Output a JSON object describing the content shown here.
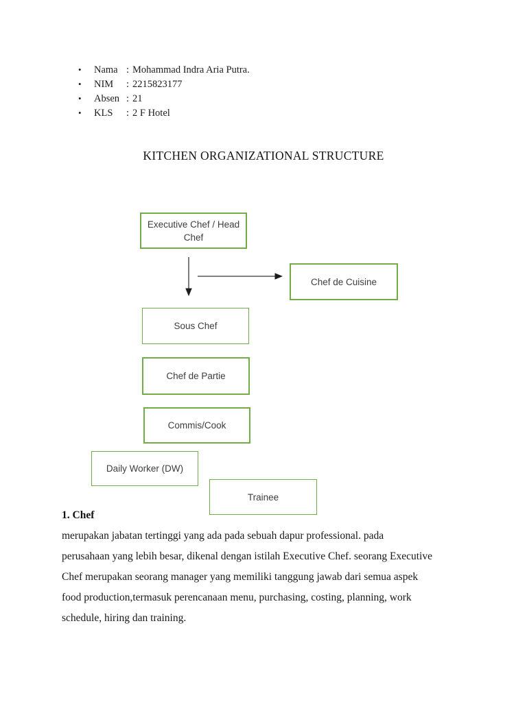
{
  "student_info": {
    "bullet_icon": "•",
    "separator": ":",
    "items": [
      {
        "label": "Nama",
        "value": "Mohammad Indra Aria Putra."
      },
      {
        "label": "NIM",
        "value": "2215823177"
      },
      {
        "label": "Absen",
        "value": "21"
      },
      {
        "label": "KLS",
        "value": "2 F Hotel"
      }
    ]
  },
  "title": "KITCHEN ORGANIZATIONAL STRUCTURE",
  "org_chart": {
    "accent_color": "#70ad47",
    "boxes": [
      {
        "id": "executive-chef",
        "label": "Executive Chef / Head Chef"
      },
      {
        "id": "chef-de-cuisine",
        "label": "Chef de Cuisine"
      },
      {
        "id": "sous-chef",
        "label": "Sous Chef"
      },
      {
        "id": "chef-de-partie",
        "label": "Chef de Partie"
      },
      {
        "id": "commis-cook",
        "label": "Commis/Cook"
      },
      {
        "id": "daily-worker",
        "label": "Daily Worker (DW)"
      },
      {
        "id": "trainee",
        "label": "Trainee"
      }
    ],
    "connections": [
      {
        "from": "executive-chef",
        "to": "sous-chef",
        "type": "arrow-down"
      },
      {
        "from": "executive-chef",
        "to": "chef-de-cuisine",
        "type": "arrow-right"
      }
    ]
  },
  "section_chef": {
    "heading": "1. Chef",
    "body_lines": [
      "merupakan jabatan tertinggi yang ada pada sebuah dapur professional. pada",
      "perusahaan yang lebih besar, dikenal dengan istilah Executive Chef. seorang Executive",
      "Chef merupakan seorang manager yang memiliki tanggung jawab dari semua aspek",
      "food production,termasuk perencanaan menu, purchasing, costing, planning, work",
      "schedule, hiring dan training."
    ]
  }
}
